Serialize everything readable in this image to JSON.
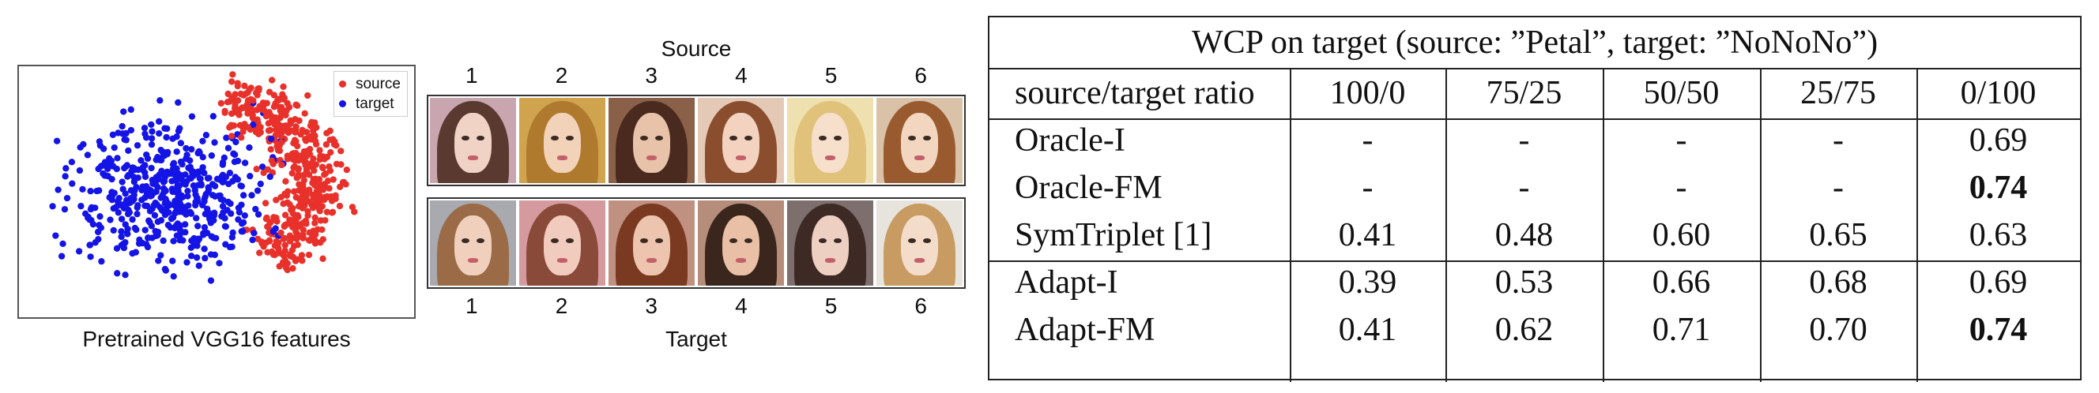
{
  "scatter_panel": {
    "legend": [
      {
        "label": "source",
        "color": "#e8312b"
      },
      {
        "label": "target",
        "color": "#1414e6"
      }
    ],
    "caption": "Pretrained VGG16 features"
  },
  "faces_panel": {
    "source_title": "Source",
    "target_title": "Target",
    "source_numbers": [
      "1",
      "2",
      "3",
      "4",
      "5",
      "6"
    ],
    "target_numbers": [
      "1",
      "2",
      "3",
      "4",
      "5",
      "6"
    ]
  },
  "table": {
    "title": "WCP on target (source: ”Petal”, target: ”NoNoNo”)",
    "header": [
      "source/target ratio",
      "100/0",
      "75/25",
      "50/50",
      "25/75",
      "0/100"
    ],
    "groups": [
      [
        {
          "name": "Oracle-I",
          "values": [
            "-",
            "-",
            "-",
            "-",
            "0.69"
          ],
          "bold": [
            false,
            false,
            false,
            false,
            false
          ]
        },
        {
          "name": "Oracle-FM",
          "values": [
            "-",
            "-",
            "-",
            "-",
            "0.74"
          ],
          "bold": [
            false,
            false,
            false,
            false,
            true
          ]
        },
        {
          "name": "SymTriplet [1]",
          "values": [
            "0.41",
            "0.48",
            "0.60",
            "0.65",
            "0.63"
          ],
          "bold": [
            false,
            false,
            false,
            false,
            false
          ]
        }
      ],
      [
        {
          "name": "Adapt-I",
          "values": [
            "0.39",
            "0.53",
            "0.66",
            "0.68",
            "0.69"
          ],
          "bold": [
            false,
            false,
            false,
            false,
            false
          ]
        },
        {
          "name": "Adapt-FM",
          "values": [
            "0.41",
            "0.62",
            "0.71",
            "0.70",
            "0.74"
          ],
          "bold": [
            false,
            false,
            false,
            false,
            true
          ]
        }
      ]
    ]
  }
}
